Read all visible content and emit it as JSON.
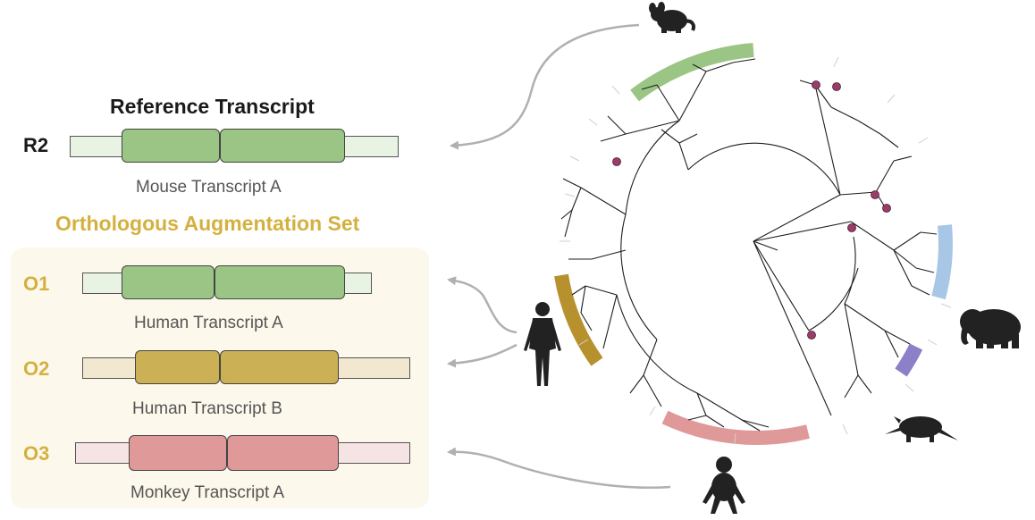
{
  "reference": {
    "heading": "Reference Transcript",
    "label": "R2",
    "caption": "Mouse Transcript A"
  },
  "augmentation": {
    "heading": "Orthologous Augmentation Set",
    "rows": [
      {
        "label": "O1",
        "caption": "Human Transcript A"
      },
      {
        "label": "O2",
        "caption": "Human Transcript B"
      },
      {
        "label": "O3",
        "caption": "Monkey Transcript A"
      }
    ]
  },
  "colors": {
    "mouse_green": "#9bc584",
    "human_gold": "#cbb055",
    "monkey_pink": "#e09999",
    "elephant_blue": "#a8c6e6",
    "armadillo_purple": "#8c80c8",
    "human_clade": "#b8912f",
    "label_gold": "#d4b13f",
    "node_dot": "#9a3d6a"
  },
  "icons": [
    "chinchilla-icon",
    "human-icon",
    "elephant-icon",
    "armadillo-icon",
    "monkey-icon"
  ]
}
